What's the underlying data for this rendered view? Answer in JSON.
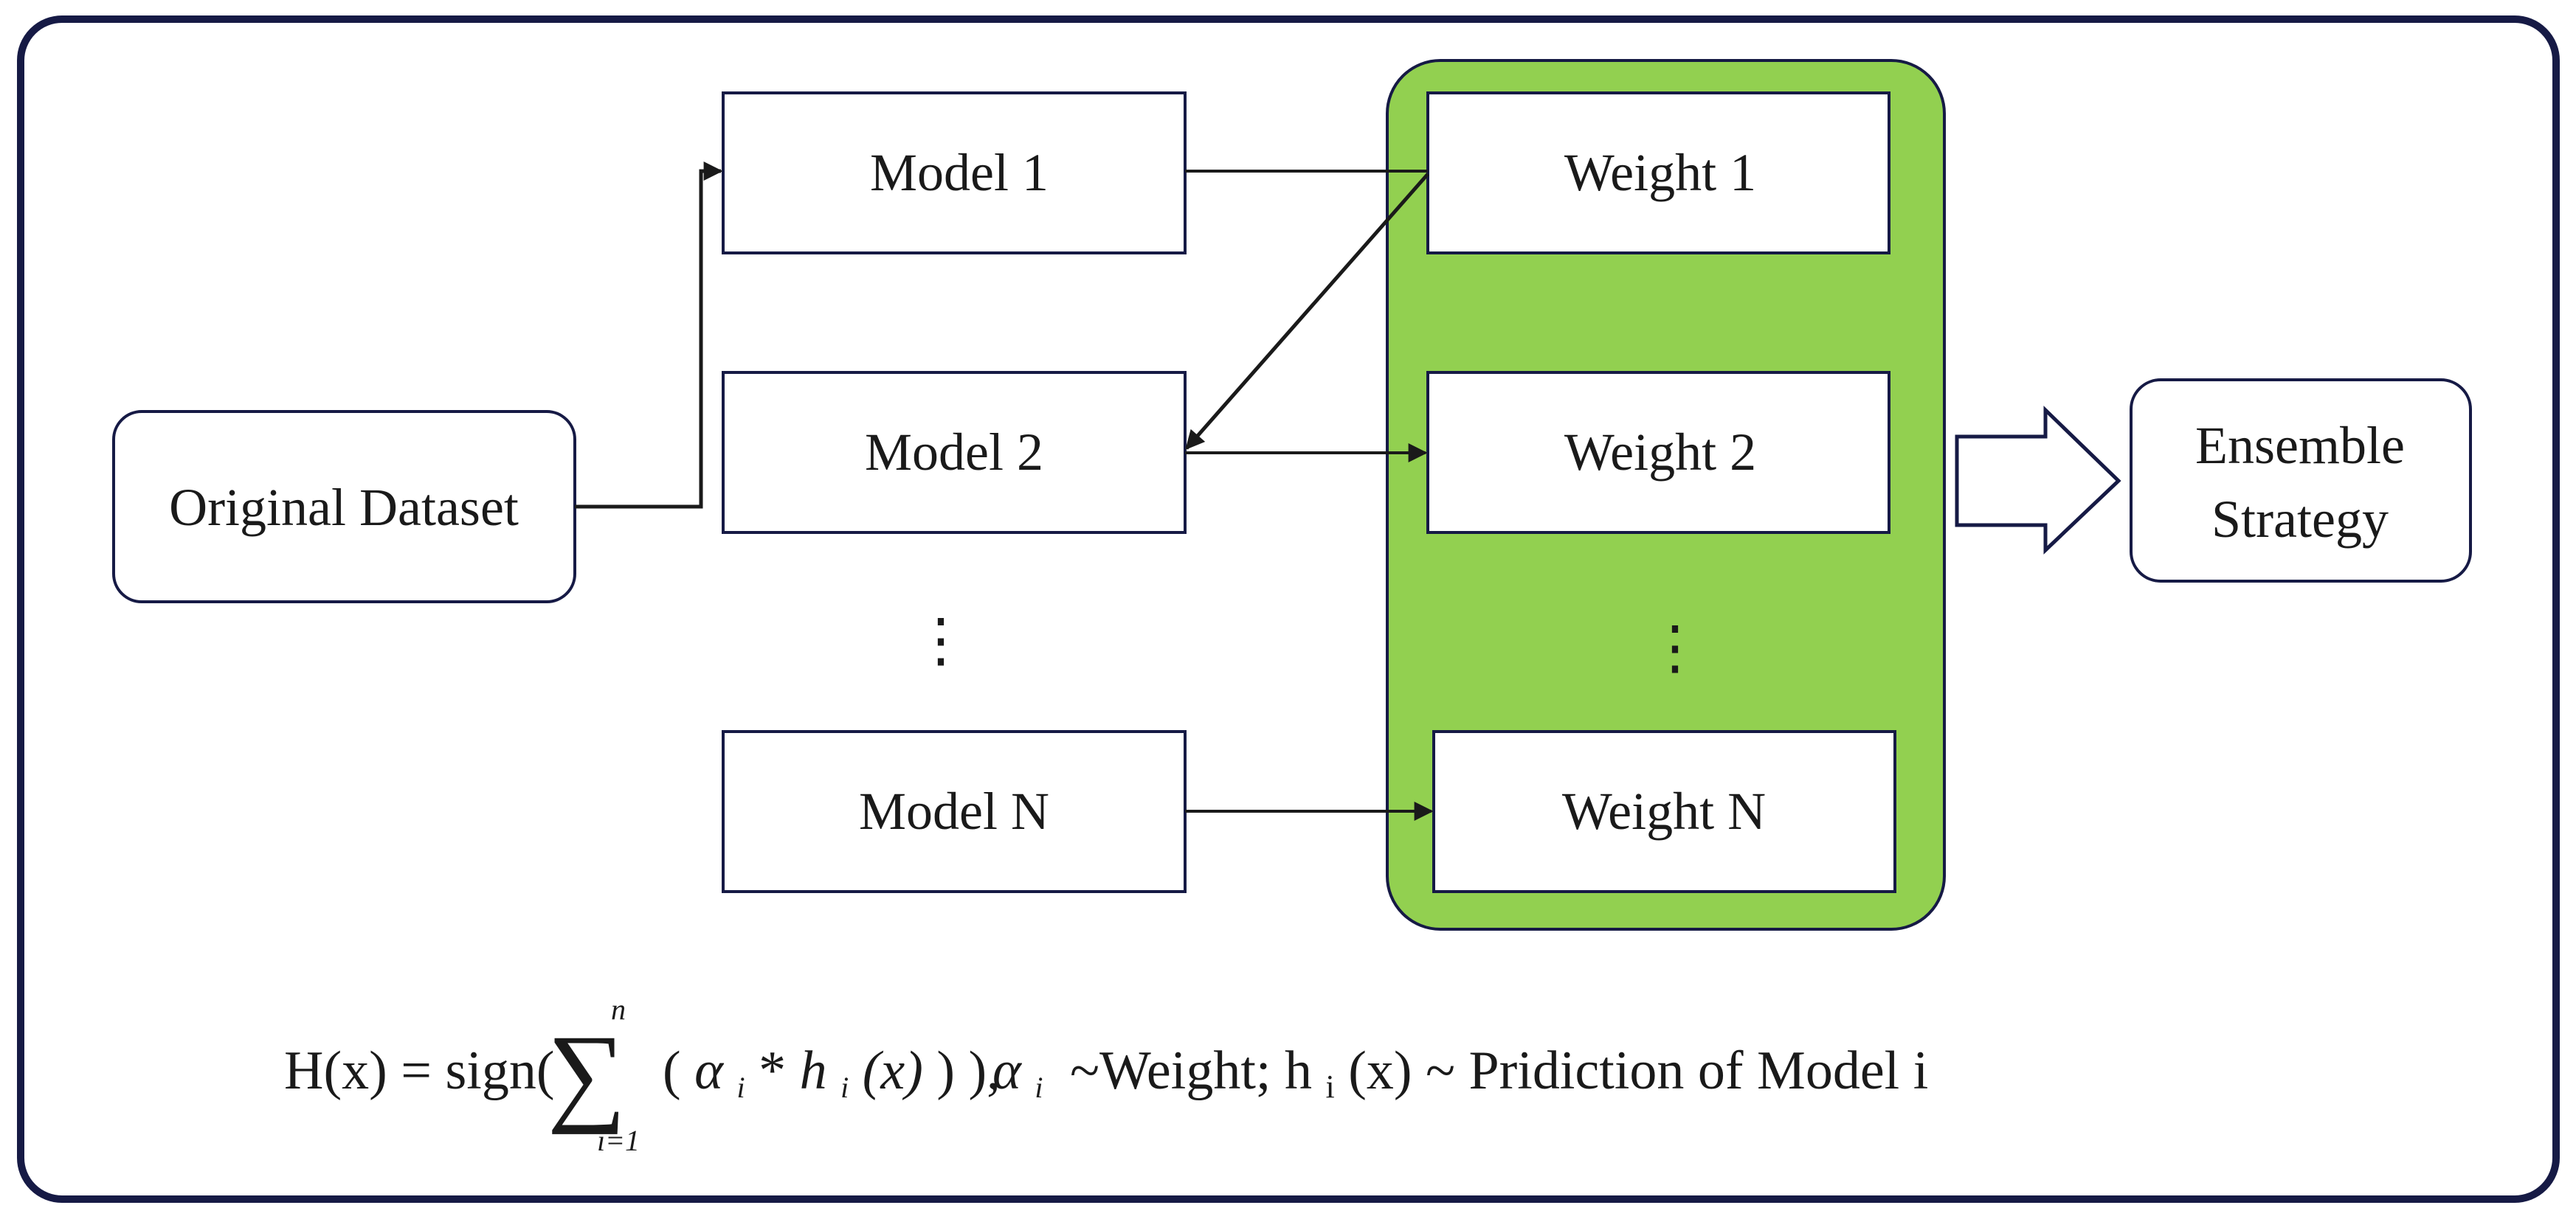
{
  "colors": {
    "frame": "#161a45",
    "box_stroke": "#161a45",
    "group_fill": "#92d050",
    "arrow": "#1a1a1a"
  },
  "source": {
    "label": "Original Dataset"
  },
  "models": [
    {
      "label": "Model 1"
    },
    {
      "label": "Model 2"
    },
    {
      "label": "Model N"
    }
  ],
  "weights": [
    {
      "label": "Weight 1"
    },
    {
      "label": "Weight 2"
    },
    {
      "label": "Weight N"
    }
  ],
  "ellipsis": "⋮",
  "output": {
    "line1": "Ensemble",
    "line2": "Strategy"
  },
  "formula": {
    "lhs": "H(x) = sign(",
    "sum_symbol": "∑",
    "sum_upper": "n",
    "sum_lower": "i=1",
    "term_open": "(",
    "alpha": "α",
    "alpha_sub": "i",
    "star": "*",
    "h": "h",
    "h_sub": "i",
    "h_arg": "(x)",
    "term_close": ") ),",
    "alpha2": "α",
    "alpha2_sub": "i",
    "legend_weight": "~Weight; h",
    "legend_hsub": "i",
    "legend_rest": "(x) ~ Pridiction of Model i"
  }
}
